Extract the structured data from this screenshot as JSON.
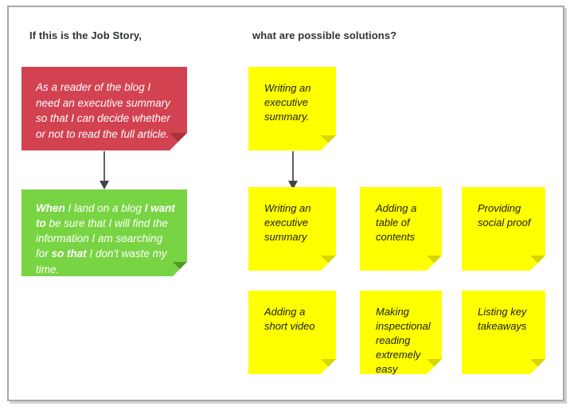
{
  "frame": {
    "border_color": "#a8a8a8",
    "background": "#ffffff"
  },
  "headings": {
    "left": "If this is the Job Story,",
    "right": "what are possible solutions?"
  },
  "colors": {
    "red_card": "#d34250",
    "red_fold": "#a8333e",
    "green_card": "#79d443",
    "green_fold": "#4e9a24",
    "yellow_note": "#ffff00",
    "yellow_fold": "#d6d600",
    "heading_text": "#2f3335",
    "arrow": "#3f4548"
  },
  "job_story": {
    "problem_card": {
      "text": "As a reader of the blog I need an executive summary so that I can decide whether or not to read the full article.",
      "color": "#d34250"
    },
    "reframed_card": {
      "segments": [
        {
          "text": "When",
          "bold": true
        },
        {
          "text": " I land on a blog ",
          "bold": false
        },
        {
          "text": "I want to",
          "bold": true
        },
        {
          "text": " be sure that I will find the information I am searching for ",
          "bold": false
        },
        {
          "text": "so that",
          "bold": true
        },
        {
          "text": " I don't waste my time.",
          "bold": false
        }
      ],
      "plain_text": "When I land on a blog I want to be sure that I will find the information I am searching for so that I don't waste my time.",
      "color": "#79d443"
    }
  },
  "solutions": {
    "seed_note": {
      "text": "Writing an executive summary."
    },
    "notes": [
      {
        "text": "Writing an executive summary"
      },
      {
        "text": "Adding a table of contents"
      },
      {
        "text": "Providing social proof"
      },
      {
        "text": "Adding a short video"
      },
      {
        "text": "Making inspectional reading extremely easy"
      },
      {
        "text": "Listing key takeaways"
      }
    ]
  }
}
